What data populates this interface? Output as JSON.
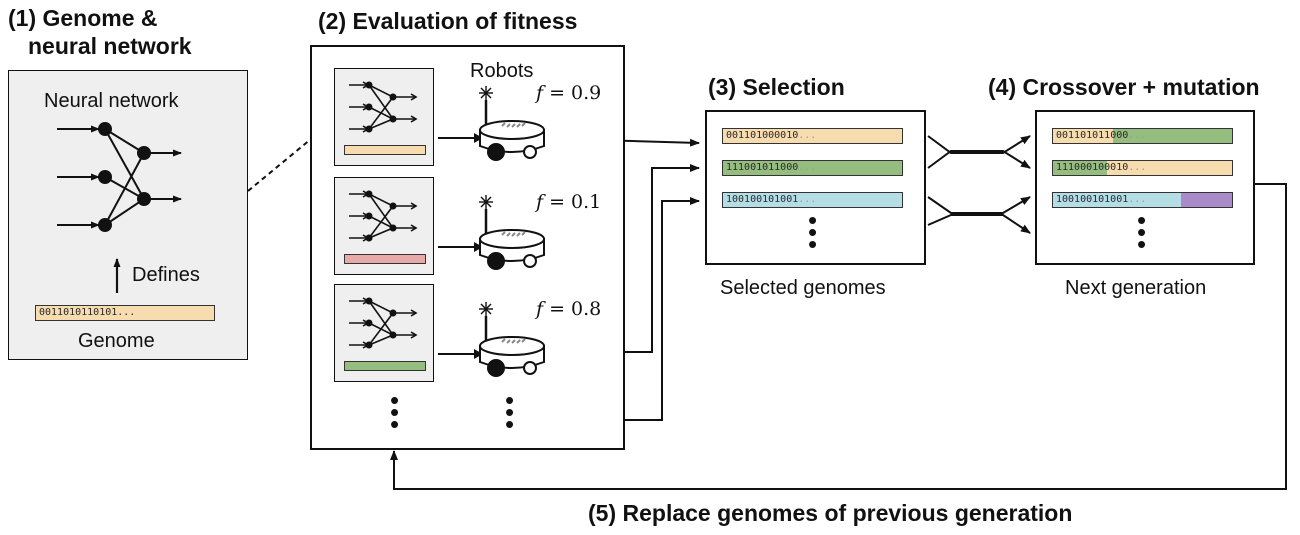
{
  "step1": {
    "title_line1": "(1) Genome &",
    "title_line2": "neural network",
    "nn_label": "Neural network",
    "defines_label": "Defines",
    "genome_label": "Genome",
    "genome_bits": "0011010110101..."
  },
  "step2": {
    "title": "(2) Evaluation of fitness",
    "robots_label": "Robots",
    "robots": [
      {
        "fitness_symbol": "f",
        "fitness_value": "= 0.9",
        "genome_color": "#f7dcb0"
      },
      {
        "fitness_symbol": "f",
        "fitness_value": "= 0.1",
        "genome_color": "#e8a9a9"
      },
      {
        "fitness_symbol": "f",
        "fitness_value": "= 0.8",
        "genome_color": "#95bd80"
      }
    ]
  },
  "step3": {
    "title": "(3) Selection",
    "caption": "Selected genomes",
    "genomes": [
      {
        "bits": "001101000010",
        "fade": "...",
        "color": "#f7dcb0"
      },
      {
        "bits": "111001011000",
        "fade": "...",
        "color": "#95bd80"
      },
      {
        "bits": "100100101001",
        "fade": "...",
        "color": "#b4dde6"
      }
    ]
  },
  "step4": {
    "title": "(4) Crossover + mutation",
    "caption": "Next generation",
    "genomes": [
      {
        "bits_a": "0011010",
        "bits_b": "11000",
        "fade": "...",
        "color_a": "#f7dcb0",
        "color_b": "#95bd80"
      },
      {
        "bits_a": "111000",
        "bits_b": "100010",
        "fade": "...",
        "color_a": "#95bd80",
        "color_b": "#f7dcb0"
      },
      {
        "bits_a": "100100101001",
        "bits_b": "",
        "fade": "...",
        "color_a": "#b4dde6",
        "color_b": "#a98bc9"
      }
    ]
  },
  "step5": {
    "title": "(5) Replace genomes of previous generation"
  }
}
